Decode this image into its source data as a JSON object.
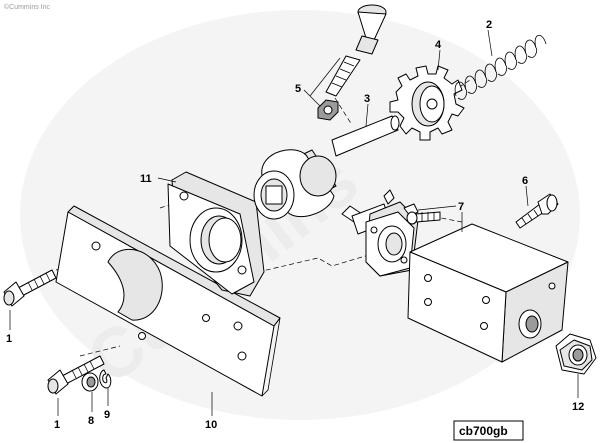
{
  "copyright": "©Cummins Inc",
  "watermark": "Cummins",
  "drawing_code": "cb700gb",
  "callouts": {
    "c1a": "1",
    "c1b": "1",
    "c2": "2",
    "c3": "3",
    "c4": "4",
    "c5": "5",
    "c6": "6",
    "c7": "7",
    "c8": "8",
    "c9": "9",
    "c10": "10",
    "c11": "11",
    "c12": "12"
  }
}
